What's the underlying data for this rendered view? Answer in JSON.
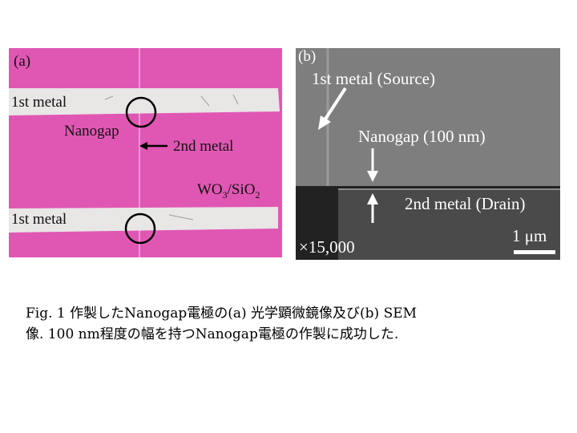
{
  "panel_a": {
    "tag": "(a)",
    "top_strip_label": "1st metal",
    "bottom_strip_label": "1st metal",
    "nanogap_label": "Nanogap",
    "second_metal_label": "2nd metal",
    "substrate_label": "WO3/SiO2",
    "substrate_main": "WO",
    "substrate_sub1": "3",
    "substrate_mid": "/SiO",
    "substrate_sub2": "2",
    "colors": {
      "background": "#e057b3",
      "strip": "#e9e6e6",
      "circle": "#000000"
    }
  },
  "panel_b": {
    "tag": "(b)",
    "source_label": "1st metal (Source)",
    "nanogap_label": "Nanogap (100 nm)",
    "drain_label": "2nd metal (Drain)",
    "magnification": "×15,000",
    "scale_bar_label": "1 μm",
    "colors": {
      "upper": "#7e7e7e",
      "lower": "#3c3c3c",
      "text": "#ffffff"
    }
  },
  "caption": {
    "line1": "Fig. 1 作製したNanogap電極の(a) 光学顕微鏡像及び(b) SEM",
    "line2": "像. 100 nm程度の幅を持つNanogap電極の作製に成功した."
  }
}
